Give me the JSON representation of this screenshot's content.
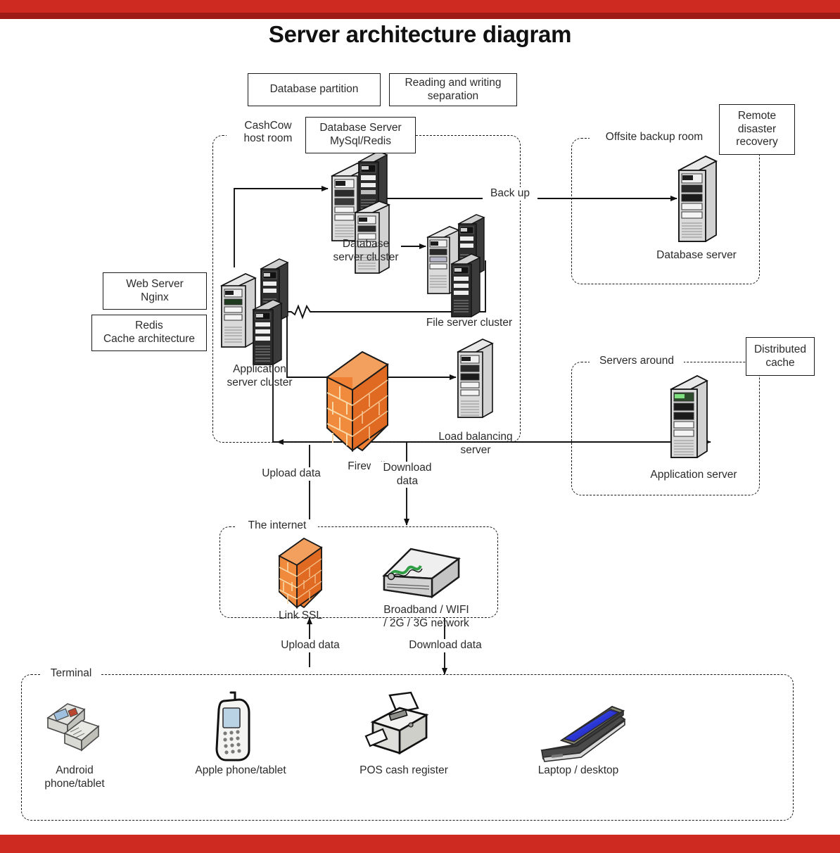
{
  "page": {
    "title": "Server architecture diagram",
    "accent_color": "#cf2a22",
    "accent_shadow_color": "#9c1b16",
    "ink_color": "#2b2b2b",
    "firewall_color": "#f07c28"
  },
  "callouts": {
    "database_partition": "Database partition",
    "reading_writing_separation": "Reading and writing\nseparation",
    "database_server_mysql_redis": "Database Server\nMySql/Redis",
    "remote_disaster_recovery": "Remote\ndisaster\nrecovery",
    "web_server_nginx": "Web Server\nNginx",
    "redis_cache_architecture": "Redis\nCache architecture",
    "distributed_cache": "Distributed\ncache"
  },
  "zones": {
    "host_room": "CashCow\nhost room",
    "offsite_backup_room": "Offsite backup room",
    "servers_around": "Servers around",
    "the_internet": "The internet",
    "terminal": "Terminal"
  },
  "nodes": {
    "database_server_cluster": "Database\nserver cluster",
    "file_server_cluster": "File server cluster",
    "application_server_cluster": "Application\nserver cluster",
    "load_balancing_server": "Load balancing\nserver",
    "firewall": "Firewall",
    "offsite_database_server": "Database server",
    "around_application_server": "Application server",
    "link_ssl": "Link SSL",
    "broadband_network": "Broadband / WIFI\n/ 2G / 3G network"
  },
  "terminals": [
    {
      "label": "Android\nphone/tablet",
      "icon": "android-pos-icon"
    },
    {
      "label": "Apple phone/tablet",
      "icon": "mobile-phone-icon"
    },
    {
      "label": "POS cash register",
      "icon": "pos-printer-icon"
    },
    {
      "label": "Laptop / desktop",
      "icon": "laptop-icon"
    }
  ],
  "edges": {
    "back_up": "Back up",
    "upload_data_top": "Upload data",
    "download_data_top": "Download\ndata",
    "upload_data_bottom": "Upload data",
    "download_data_bottom": "Download data"
  }
}
